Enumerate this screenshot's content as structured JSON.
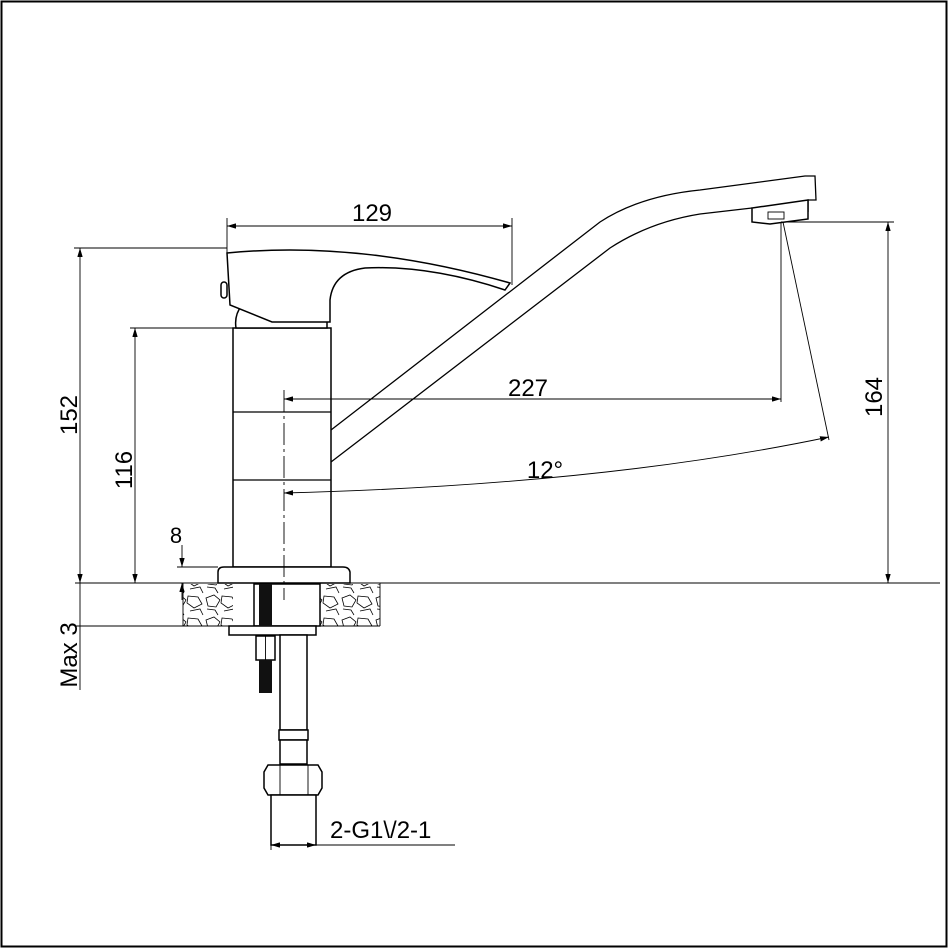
{
  "dimensions": {
    "handle_length": "129",
    "overall_height": "152",
    "body_height": "116",
    "base_height": "8",
    "spout_reach": "227",
    "spout_height": "164",
    "swivel_angle": "12°",
    "max_counter": "Max 3",
    "connection": "2-G1\\/2-1"
  }
}
